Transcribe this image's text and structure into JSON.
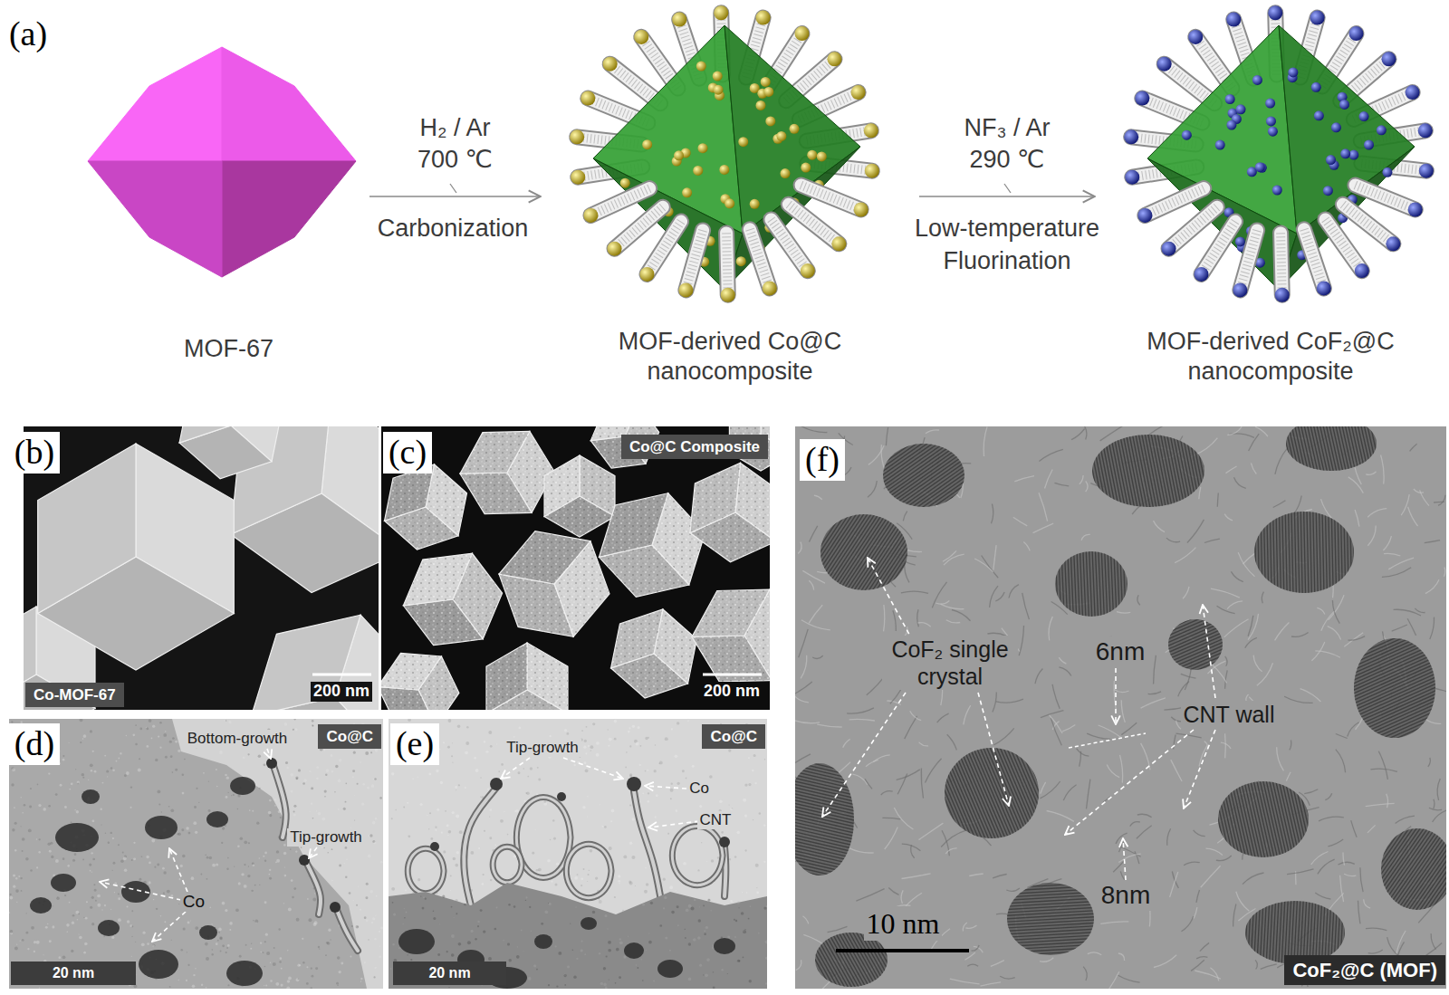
{
  "diagram": {
    "nodes": [
      {
        "text": [
          "MOF-67"
        ]
      },
      {
        "text": [
          "MOF-derived Co@C nanocomposite"
        ]
      },
      {
        "text": [
          "MOF-derived CoF₂@C nanocomposite"
        ]
      },
      {
        "text": [
          "Co-MOF-67"
        ]
      },
      {
        "text": [
          "Co@C Composite"
        ]
      },
      {
        "text": [
          "Co@C"
        ]
      },
      {
        "text": [
          "20 nm"
        ]
      },
      {
        "text": [
          "Co@C"
        ]
      },
      {
        "text": [
          "20 nm"
        ]
      },
      {
        "text": [
          "CoF₂@C (MOF)"
        ]
      }
    ],
    "edges": [
      {
        "from": 0,
        "to": 1,
        "arrow": "to",
        "label": "H₂ / Ar 700 ℃"
      },
      {
        "from": 1,
        "to": 2,
        "arrow": "to",
        "label": "NF₃ / Ar 290 ℃"
      }
    ],
    "labels": [
      "(a)",
      "Carbonization",
      "Low-temperature Fluorination",
      "(b)",
      "200 nm",
      "(c)",
      "200 nm",
      "(d)",
      "Bottom-growth",
      "Tip-growth",
      "Co",
      "(e)",
      "Tip-growth",
      "Co",
      "CNT",
      "(f)",
      "CoF₂ single crystal",
      "6nm",
      "CNT wall",
      "8nm",
      "10 nm"
    ]
  }
}
